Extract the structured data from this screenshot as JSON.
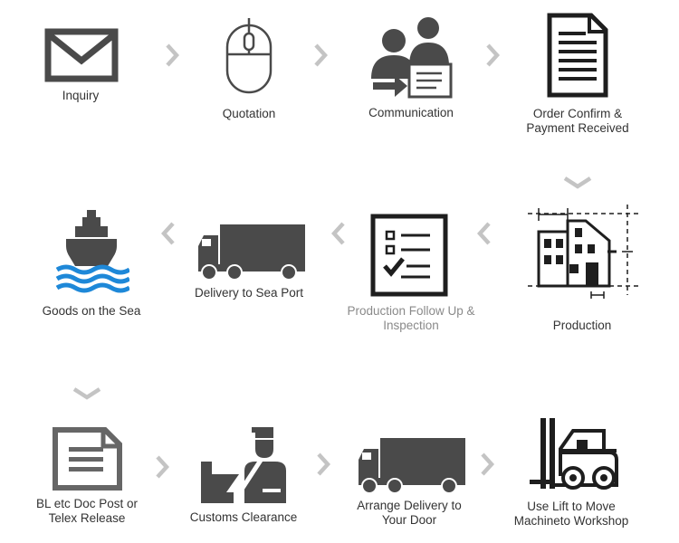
{
  "colors": {
    "icon_dark": "#4a4a4a",
    "arrow_gray": "#c4c4c4",
    "sea_blue": "#1e88d8",
    "label_text": "#333333",
    "label_dim": "#8a8a8a"
  },
  "steps": [
    {
      "icon": "envelope-icon",
      "lines": [
        "Inquiry"
      ]
    },
    {
      "icon": "mouse-icon",
      "lines": [
        "Quotation"
      ]
    },
    {
      "icon": "people-communication-icon",
      "lines": [
        "Communication"
      ]
    },
    {
      "icon": "document-icon",
      "lines": [
        "Order Confirm &",
        "Payment Received"
      ]
    },
    {
      "icon": "building-blueprint-icon",
      "lines": [
        "Production"
      ]
    },
    {
      "icon": "checklist-icon",
      "lines": [
        "Production Follow Up &",
        "Inspection"
      ]
    },
    {
      "icon": "truck-icon",
      "lines": [
        "Delivery to Sea Port"
      ]
    },
    {
      "icon": "ship-icon",
      "lines": [
        "Goods on the Sea"
      ]
    },
    {
      "icon": "bl-document-icon",
      "lines": [
        "BL etc Doc Post or",
        "Telex Release"
      ]
    },
    {
      "icon": "customs-officer-icon",
      "lines": [
        "Customs Clearance"
      ]
    },
    {
      "icon": "truck-icon",
      "lines": [
        "Arrange Delivery to",
        "Your Door"
      ]
    },
    {
      "icon": "forklift-icon",
      "lines": [
        "Use Lift to Move",
        "Machineto Workshop"
      ]
    }
  ],
  "arrows": [
    {
      "icon": "chevron-right-icon"
    },
    {
      "icon": "chevron-right-icon"
    },
    {
      "icon": "chevron-right-icon"
    },
    {
      "icon": "chevron-down-icon"
    },
    {
      "icon": "chevron-left-icon"
    },
    {
      "icon": "chevron-left-icon"
    },
    {
      "icon": "chevron-left-icon"
    },
    {
      "icon": "chevron-down-icon"
    },
    {
      "icon": "chevron-right-icon"
    },
    {
      "icon": "chevron-right-icon"
    },
    {
      "icon": "chevron-right-icon"
    }
  ]
}
